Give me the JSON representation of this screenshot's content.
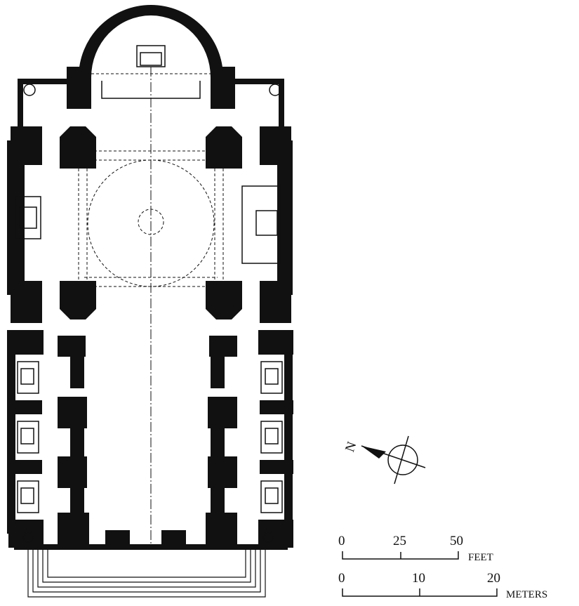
{
  "compass": {
    "north_label": "N"
  },
  "scale_feet": {
    "ticks": [
      "0",
      "25",
      "50"
    ],
    "unit": "FEET"
  },
  "scale_meters": {
    "ticks": [
      "0",
      "10",
      "20"
    ],
    "unit": "METERS"
  },
  "colors": {
    "ink": "#111111",
    "background": "#ffffff"
  }
}
